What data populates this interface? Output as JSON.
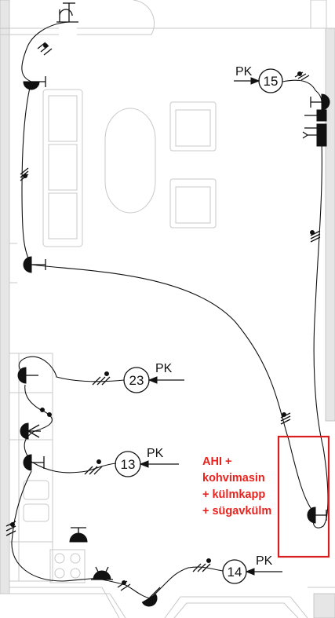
{
  "circuits": [
    {
      "id": "circuit-15",
      "number": "15",
      "feed": "PK"
    },
    {
      "id": "circuit-23",
      "number": "23",
      "feed": "PK"
    },
    {
      "id": "circuit-13",
      "number": "13",
      "feed": "PK"
    },
    {
      "id": "circuit-14",
      "number": "14",
      "feed": "PK"
    }
  ],
  "annotation": {
    "lines": [
      "AHI +",
      "kohvimasin",
      "+ külmkapp",
      "+ sügavkülm"
    ],
    "color": "#e8231e"
  },
  "colors": {
    "wiring": "#111111",
    "architecture": "#c8c8c8",
    "highlight_box": "#d81e1e"
  }
}
